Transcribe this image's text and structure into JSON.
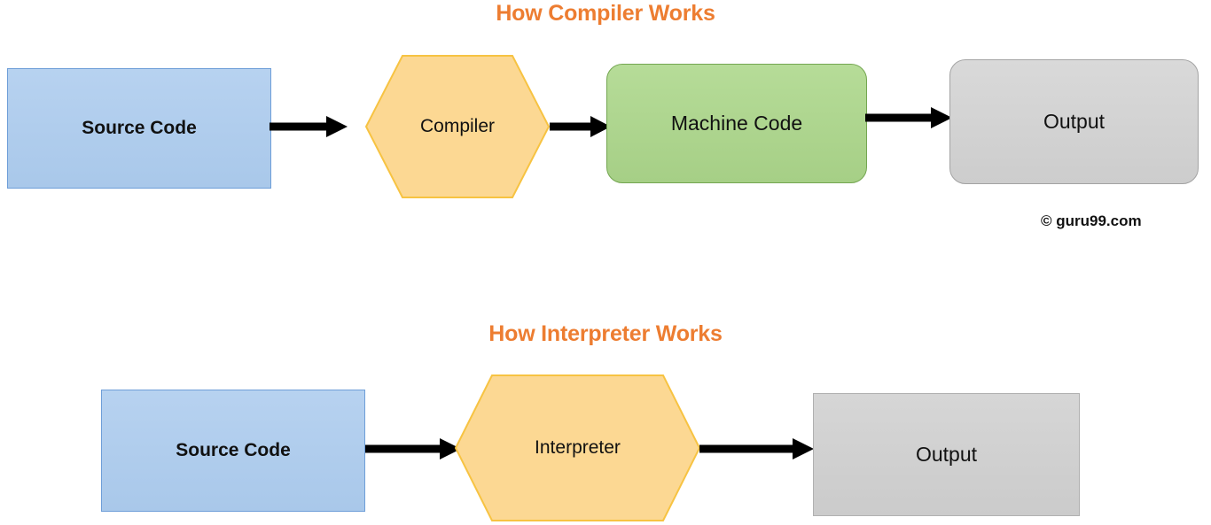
{
  "diagram": {
    "background_color": "#ffffff",
    "title_color": "#ed7d31",
    "sections": [
      {
        "id": "compiler",
        "title": "How Compiler Works",
        "nodes": [
          {
            "id": "compiler-source-code",
            "label": "Source Code",
            "shape": "rectangle",
            "fill": "#b0cdec",
            "stroke": "#6e9ed8"
          },
          {
            "id": "compiler-compiler",
            "label": "Compiler",
            "shape": "hexagon",
            "fill": "#fcd893",
            "stroke": "#f7c342"
          },
          {
            "id": "compiler-machine-code",
            "label": "Machine Code",
            "shape": "rounded-rectangle",
            "fill": "#aed68c",
            "stroke": "#74a651"
          },
          {
            "id": "compiler-output",
            "label": "Output",
            "shape": "rounded-rectangle",
            "fill": "#d3d3d3",
            "stroke": "#a3a3a3"
          }
        ],
        "edges": [
          {
            "id": "compiler-edge-1",
            "from": "Source Code",
            "to": "Compiler"
          },
          {
            "id": "compiler-edge-2",
            "from": "Compiler",
            "to": "Machine Code"
          },
          {
            "id": "compiler-edge-3",
            "from": "Machine Code",
            "to": "Output"
          }
        ]
      },
      {
        "id": "interpreter",
        "title": "How Interpreter Works",
        "nodes": [
          {
            "id": "interpreter-source-code",
            "label": "Source Code",
            "shape": "rectangle",
            "fill": "#b0cdec",
            "stroke": "#6e9ed8"
          },
          {
            "id": "interpreter-interpreter",
            "label": "Interpreter",
            "shape": "hexagon",
            "fill": "#fcd893",
            "stroke": "#f7c342"
          },
          {
            "id": "interpreter-output",
            "label": "Output",
            "shape": "rectangle",
            "fill": "#d3d3d3",
            "stroke": "#b0b0b0"
          }
        ],
        "edges": [
          {
            "id": "interpreter-edge-1",
            "from": "Source Code",
            "to": "Interpreter"
          },
          {
            "id": "interpreter-edge-2",
            "from": "Interpreter",
            "to": "Output"
          }
        ]
      }
    ],
    "watermark": "© guru99.com"
  }
}
